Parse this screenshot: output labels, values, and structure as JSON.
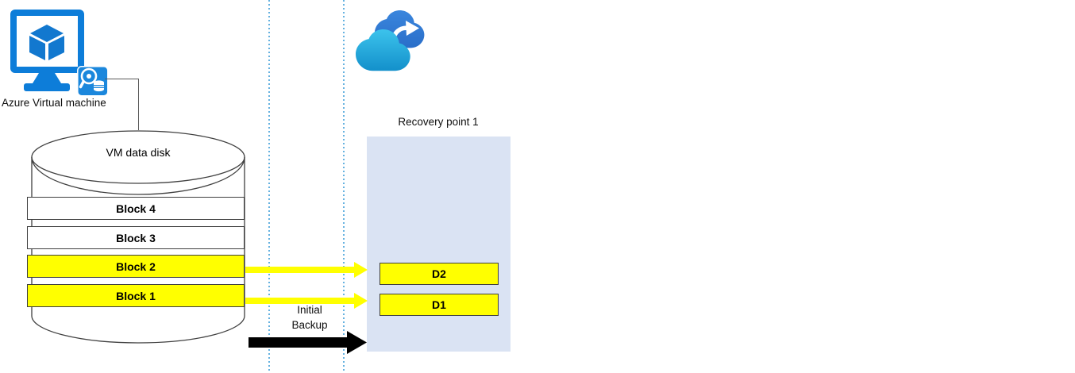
{
  "diagram": {
    "vm": {
      "label": "Azure Virtual machine",
      "icon": "azure-vm-icon"
    },
    "disk": {
      "title": "VM data disk",
      "blocks": [
        {
          "label": "Block 4",
          "highlighted": false
        },
        {
          "label": "Block 3",
          "highlighted": false
        },
        {
          "label": "Block 2",
          "highlighted": true
        },
        {
          "label": "Block 1",
          "highlighted": true
        }
      ]
    },
    "transfer": {
      "label_line1": "Initial",
      "label_line2": "Backup"
    },
    "recovery": {
      "title": "Recovery point 1",
      "blocks": [
        {
          "label": "D2"
        },
        {
          "label": "D1"
        }
      ]
    },
    "arrows": [
      {
        "from": "Block 2",
        "to": "D2",
        "color": "#ffff00"
      },
      {
        "from": "Block 1",
        "to": "D1",
        "color": "#ffff00"
      },
      {
        "from": "VM data disk",
        "to": "Recovery point 1",
        "color": "#000000",
        "label": "Initial Backup"
      }
    ],
    "cloud_icon": "azure-backup-cloud-icon",
    "guide_lines": {
      "count": 2,
      "style": "dotted",
      "color": "#66b2e0"
    },
    "colors": {
      "azure_blue": "#0d7dd9",
      "disk_icon_blue": "#1b87dc",
      "highlight_yellow": "#ffff00",
      "recovery_box_fill": "#dae3f3",
      "border_dark": "#3f3f3f",
      "connector_gray": "#595959",
      "guide_blue": "#66b2e0",
      "arrow_black": "#000000"
    }
  }
}
